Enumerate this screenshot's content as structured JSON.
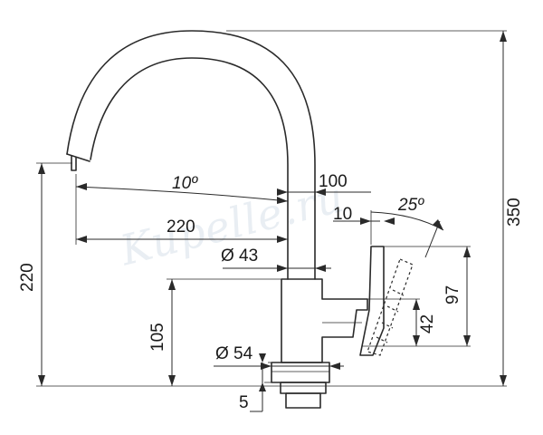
{
  "watermark": "Kupelle.ru",
  "dimensions": {
    "spout_angle": "10º",
    "spout_offset": "100",
    "spout_reach": "220",
    "lever_angle": "25º",
    "lever_offset": "10",
    "body_diameter": "Ø 43",
    "base_diameter": "Ø 54",
    "overall_height": "350",
    "spout_outlet_height": "220",
    "body_height": "105",
    "lever_height": "97",
    "lever_pivot_height": "42",
    "base_thickness": "5"
  }
}
